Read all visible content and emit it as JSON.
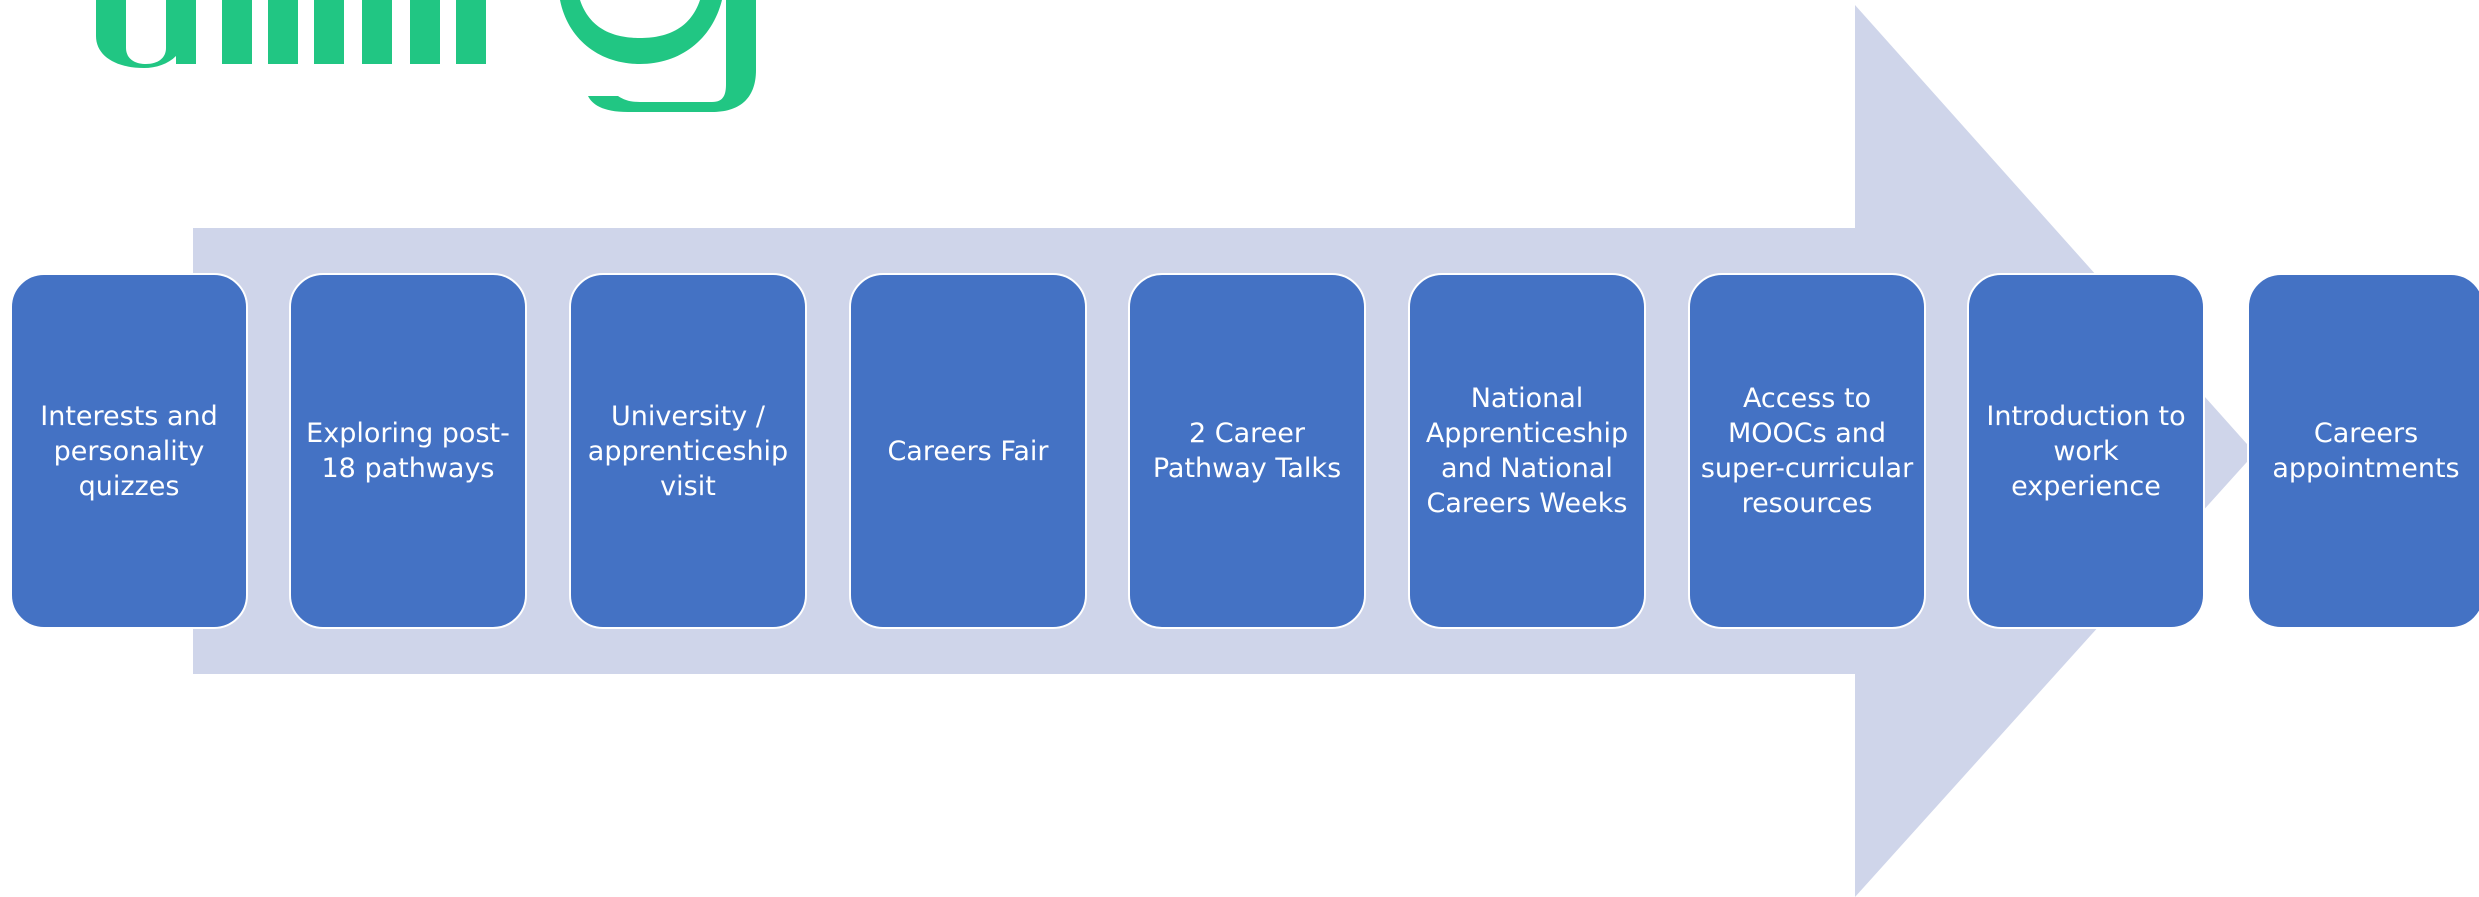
{
  "colors": {
    "arrow": "#cfd5ea",
    "step_fill": "#4472c4",
    "step_border": "#ffffff",
    "step_text": "#ffffff",
    "logo": "#21c683"
  },
  "logo": {
    "text": "unifrog"
  },
  "steps": [
    {
      "label": "Interests and personality quizzes"
    },
    {
      "label": "Exploring post-18 pathways"
    },
    {
      "label": "University / apprenticeship visit"
    },
    {
      "label": "Careers Fair"
    },
    {
      "label": "2 Career Pathway Talks"
    },
    {
      "label": "National Apprenticeship and National Careers Weeks"
    },
    {
      "label": "Access to MOOCs and super-curricular resources"
    },
    {
      "label": "Introduction to work experience"
    },
    {
      "label": "Careers appointments"
    }
  ]
}
